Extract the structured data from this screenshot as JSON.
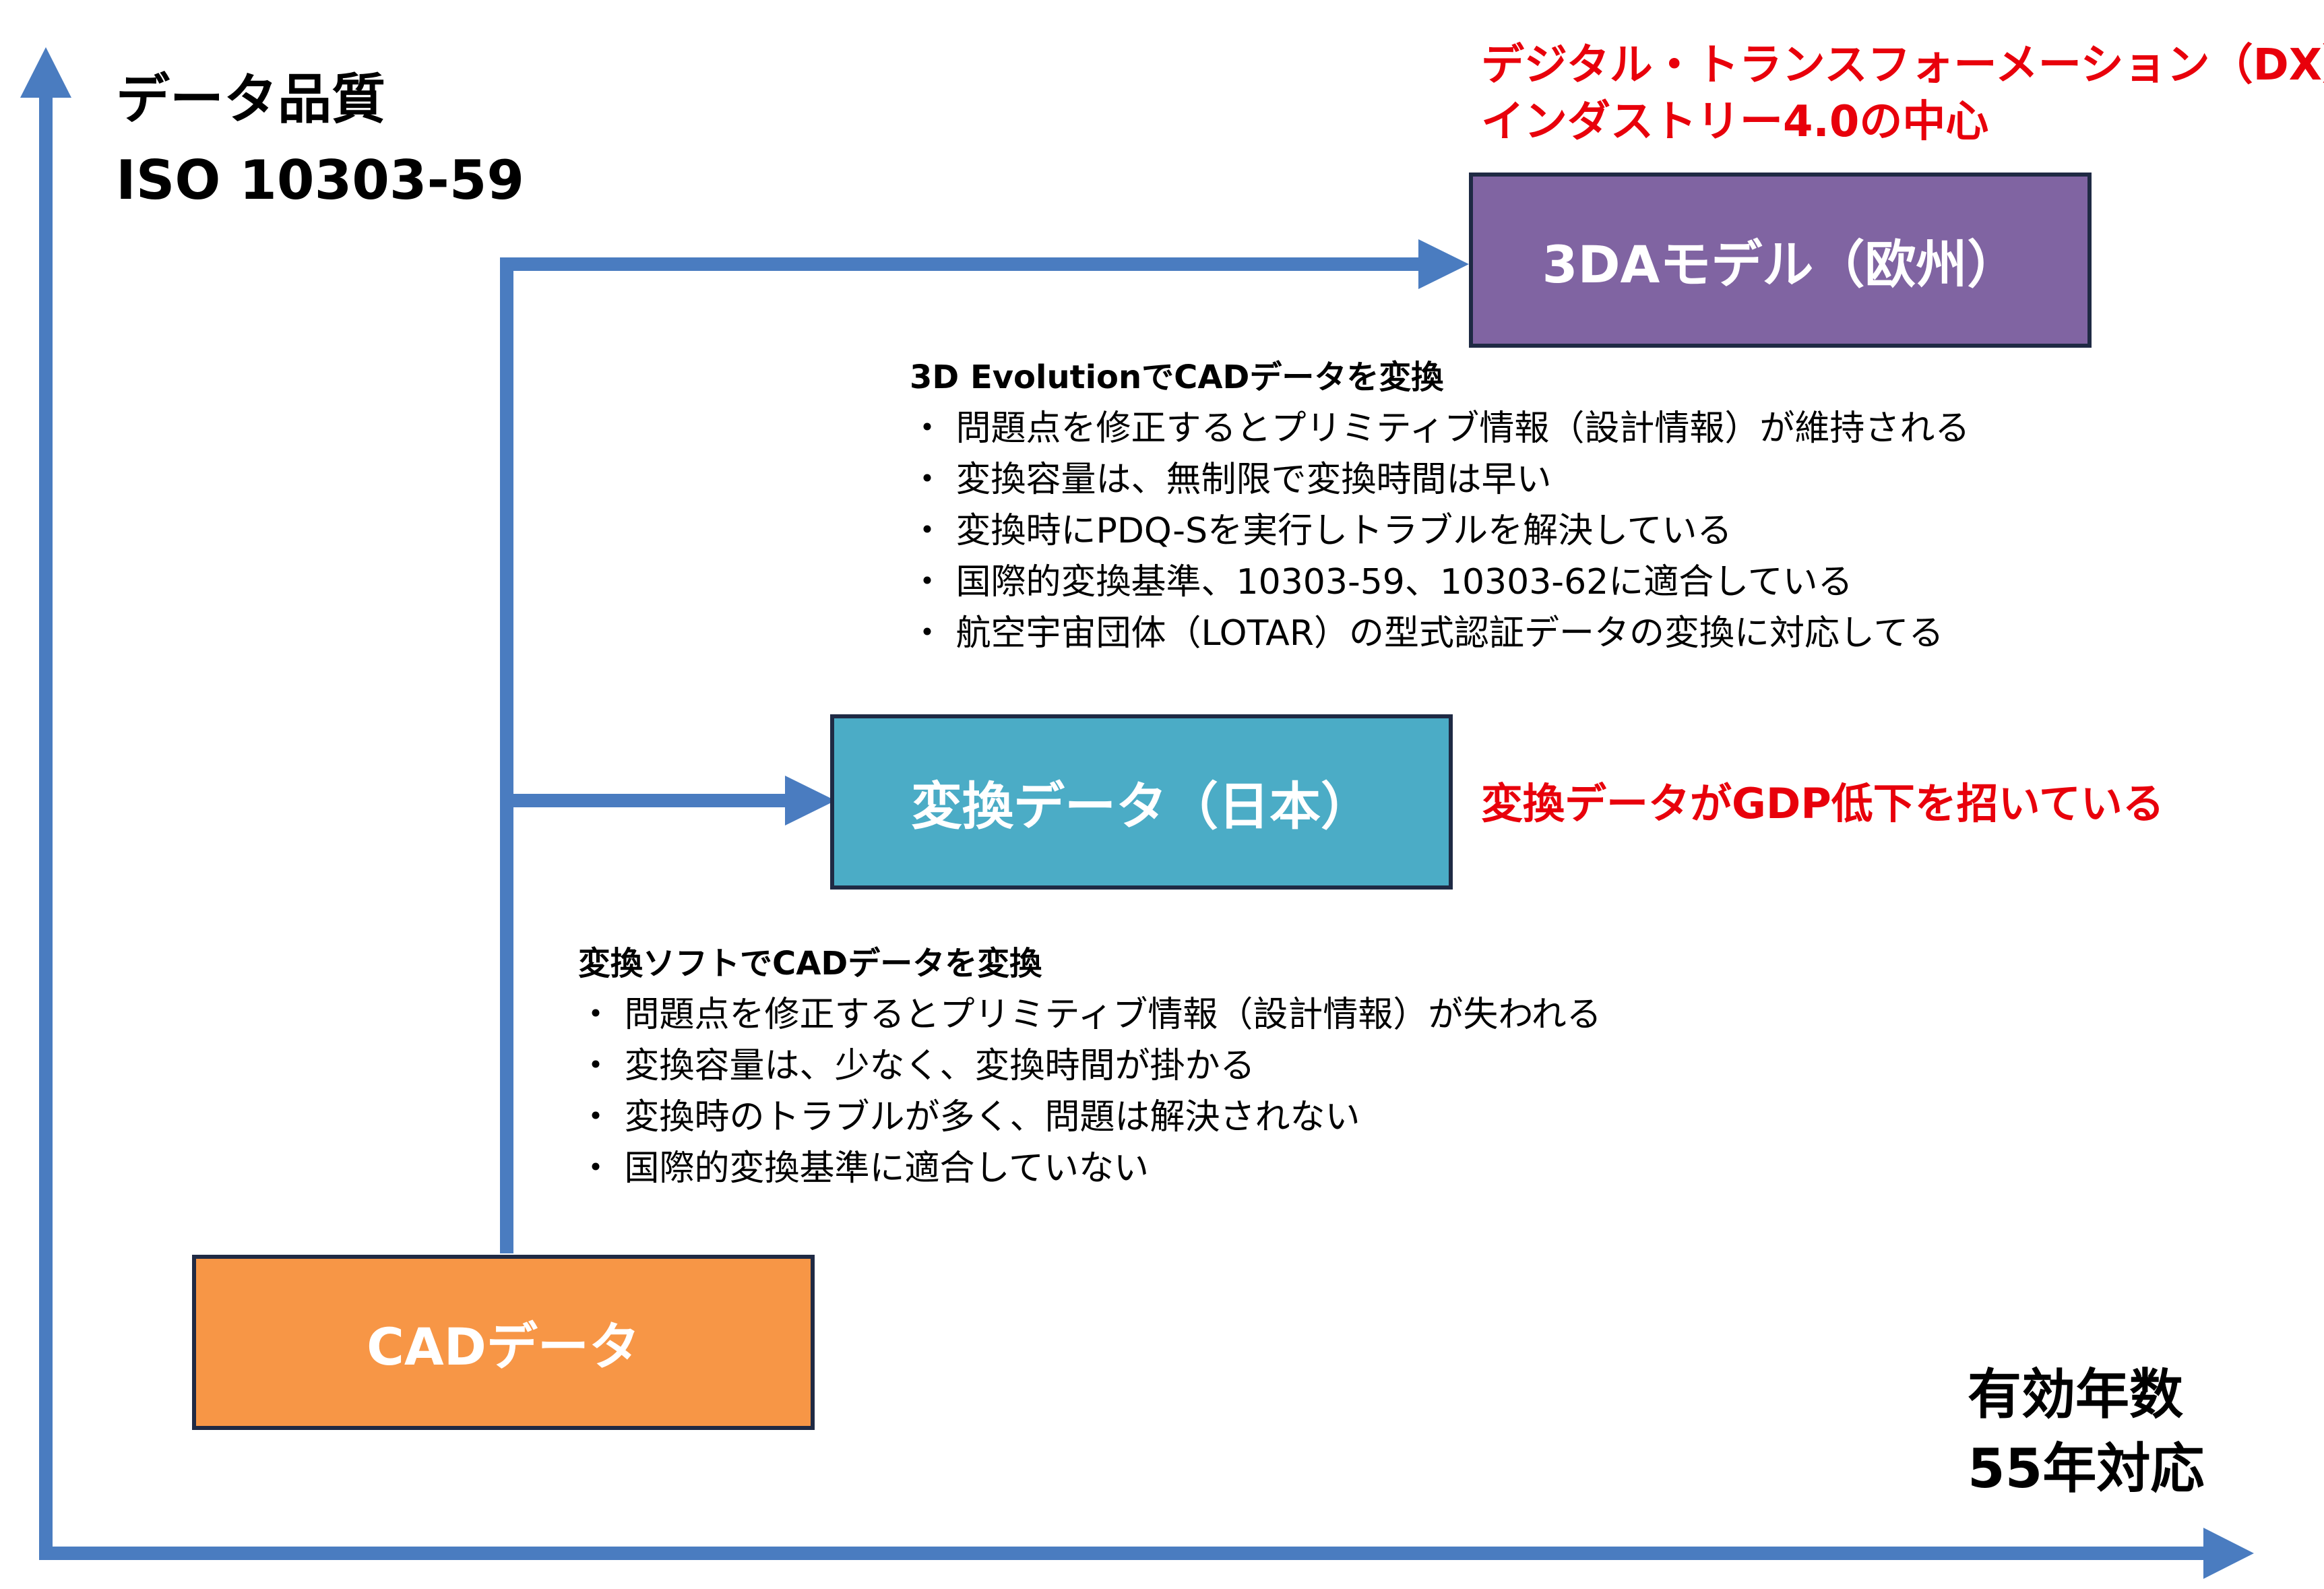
{
  "y_axis_label": {
    "line1": "データ品質",
    "line2": "ISO 10303-59"
  },
  "x_axis_label": {
    "line1": "有効年数",
    "line2": "55年対応"
  },
  "dx_note": {
    "line1": "デジタル・トランスフォーメーション（DX）",
    "line2": "インダストリー4.0の中心"
  },
  "boxes": {
    "model3da": {
      "label": "3DAモデル（欧州）",
      "color": "#8064a2"
    },
    "converted": {
      "label": "変換データ（日本）",
      "color": "#4bacc6"
    },
    "cad": {
      "label": "CADデータ",
      "color": "#f79646"
    }
  },
  "gdp_note": "変換データがGDP低下を招いている",
  "evolution_block": {
    "heading": "3D EvolutionでCADデータを変換",
    "items": [
      "・ 問題点を修正するとプリミティブ情報（設計情報）が維持される",
      "・ 変換容量は、無制限で変換時間は早い",
      "・ 変換時にPDQ-Sを実行しトラブルを解決している",
      "・ 国際的変換基準、10303-59、10303-62に適合している",
      "・ 航空宇宙団体（LOTAR）の型式認証データの変換に対応してる"
    ]
  },
  "software_block": {
    "heading": "変換ソフトでCADデータを変換",
    "items": [
      "・ 問題点を修正するとプリミティブ情報（設計情報）が失われる",
      "・ 変換容量は、少なく、変換時間が掛かる",
      "・ 変換時のトラブルが多く、問題は解決されない",
      "・ 国際的変換基準に適合していない"
    ]
  },
  "colors": {
    "arrow": "#4a7cc0",
    "accent_red": "#e8000b",
    "box_border": "#1f2a44"
  }
}
